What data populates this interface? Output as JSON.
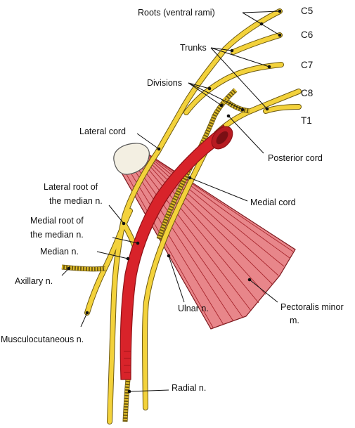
{
  "labels": {
    "roots": "Roots (ventral rami)",
    "c5": "C5",
    "c6": "C6",
    "c7": "C7",
    "c8": "C8",
    "t1": "T1",
    "trunks": "Trunks",
    "divisions": "Divisions",
    "lateral_cord": "Lateral cord",
    "posterior_cord": "Posterior cord",
    "lateral_root_1": "Lateral root of",
    "lateral_root_2": "the median n.",
    "medial_cord": "Medial cord",
    "medial_root_1": "Medial root of",
    "medial_root_2": "the median n.",
    "median": "Median n.",
    "axillary": "Axillary n.",
    "ulnar": "Ulnar n.",
    "pectoralis_1": "Pectoralis minor",
    "pectoralis_2": "m.",
    "musculocutaneous": "Musculocutaneous n.",
    "radial": "Radial n."
  },
  "colors": {
    "nerve": "#f3d23b",
    "nerve_outline": "#6e5a12",
    "artery": "#d8232a",
    "artery_dark": "#8f1116",
    "muscle": "#e8868a",
    "muscle_line": "#a8262d",
    "bone": "#f3efe2"
  }
}
